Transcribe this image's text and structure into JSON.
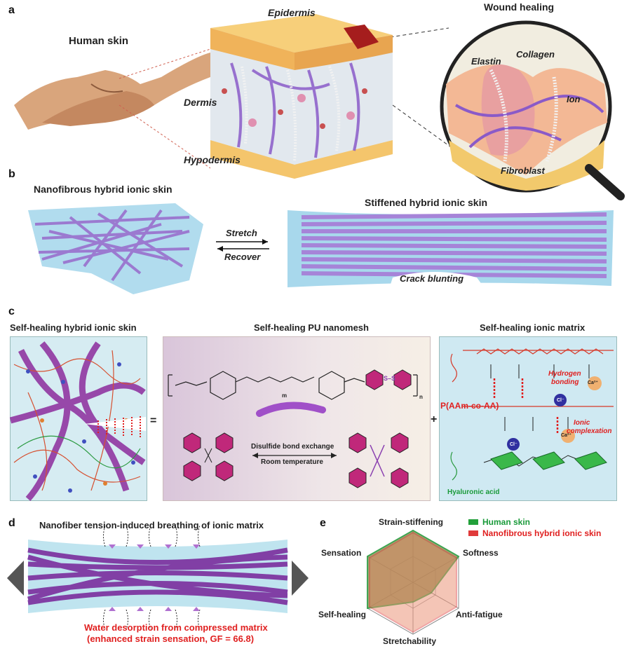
{
  "panel_a": {
    "letter": "a",
    "human_skin": "Human skin",
    "epidermis": "Epidermis",
    "dermis": "Dermis",
    "hypodermis": "Hypodermis",
    "wound_healing": "Wound healing",
    "elastin": "Elastin",
    "collagen": "Collagen",
    "ion": "Ion",
    "fibroblast": "Fibroblast"
  },
  "panel_b": {
    "letter": "b",
    "left_title": "Nanofibrous hybrid ionic skin",
    "right_title": "Stiffened hybrid ionic skin",
    "stretch": "Stretch",
    "recover": "Recover",
    "crack": "Crack blunting"
  },
  "panel_c": {
    "letter": "c",
    "col1_title": "Self-healing hybrid ionic skin",
    "col2_title": "Self-healing PU nanomesh",
    "col3_title": "Self-healing ionic matrix",
    "equals": "=",
    "plus": "+",
    "disulfide": "Disulfide bond exchange",
    "room_temp": "Room temperature",
    "hydrogen": "Hydrogen",
    "bonding": "bonding",
    "polymer": "P(AAm-co-AA)",
    "ionic": "Ionic",
    "complexation": "complexation",
    "hyaluronic": "Hyaluronic acid",
    "ca_label": "Ca²⁺",
    "cl_label": "Cl⁻",
    "sub_m": "m",
    "sub_n": "n"
  },
  "panel_d": {
    "letter": "d",
    "title": "Nanofiber tension-induced breathing of ionic matrix",
    "caption1": "Water desorption from compressed matrix",
    "caption2": "(enhanced strain sensation, GF = 66.8)"
  },
  "panel_e": {
    "letter": "e",
    "legend": [
      "Human skin",
      "Nanofibrous hybrid ionic skin"
    ],
    "axes": [
      "Strain-stiffening",
      "Softness",
      "Anti-fatigue",
      "Stretchability",
      "Self-healing",
      "Sensation"
    ]
  },
  "colors": {
    "human": "#22a03a",
    "hybrid": "#e03a3a",
    "purple": "#8a3fb0",
    "pink": "#c0287a"
  }
}
